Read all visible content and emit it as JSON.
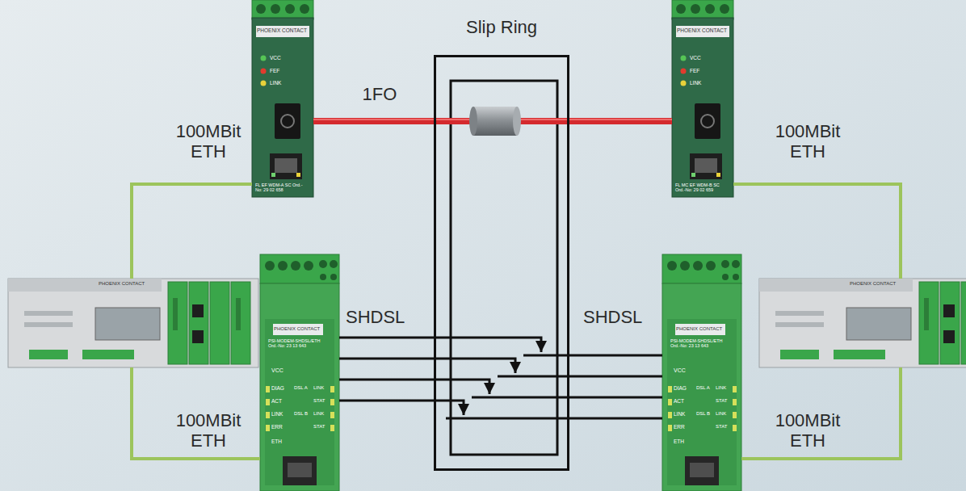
{
  "diagram": {
    "nodes": [
      {
        "text": [
          "PHOENIX CONTACT",
          "VCC",
          "FEF",
          "LINK",
          "FL EF WDM-A SC Ord.-No: 29 02 658"
        ]
      },
      {
        "text": [
          "Slip Ring"
        ]
      },
      {
        "text": [
          "PHOENIX CONTACT",
          "VCC",
          "FEF",
          "LINK",
          "FL MC EF WDM-B SC Ord.-No: 29 02 659"
        ]
      },
      {
        "text": [
          "PHOENIX CONTACT"
        ]
      },
      {
        "text": [
          "PHOENIX CONTACT",
          "PSI-MODEM-SHDSL/ETH Ord.-No: 23 13 643",
          "VCC",
          "DIAG",
          "ACT",
          "LINK",
          "ERR",
          "ETH",
          "DSL A",
          "LINK",
          "STAT",
          "DSL B",
          "LINK",
          "STAT"
        ]
      },
      {
        "text": [
          "PHOENIX CONTACT",
          "PSI-MODEM-SHDSL/ETH Ord.-No: 23 13 643",
          "VCC",
          "DIAG",
          "ACT",
          "LINK",
          "ERR",
          "ETH",
          "DSL A",
          "LINK",
          "STAT",
          "DSL B",
          "LINK",
          "STAT"
        ]
      },
      {
        "text": [
          "PHOENIX CONTACT"
        ]
      }
    ],
    "edges": [
      {
        "from": 0,
        "to": 2,
        "arrow": "none",
        "label": "1FO"
      },
      {
        "from": 3,
        "to": 0,
        "arrow": "none",
        "label": "100MBit ETH"
      },
      {
        "from": 3,
        "to": 4,
        "arrow": "none",
        "label": "100MBit ETH"
      },
      {
        "from": 6,
        "to": 2,
        "arrow": "none",
        "label": "100MBit ETH"
      },
      {
        "from": 6,
        "to": 5,
        "arrow": "none",
        "label": "100MBit ETH"
      },
      {
        "from": 4,
        "to": 5,
        "arrow": "to"
      },
      {
        "from": 4,
        "to": 5,
        "arrow": "to"
      },
      {
        "from": 4,
        "to": 5,
        "arrow": "to"
      },
      {
        "from": 4,
        "to": 5,
        "arrow": "to"
      }
    ],
    "labels": [
      "SHDSL",
      "SHDSL"
    ]
  }
}
